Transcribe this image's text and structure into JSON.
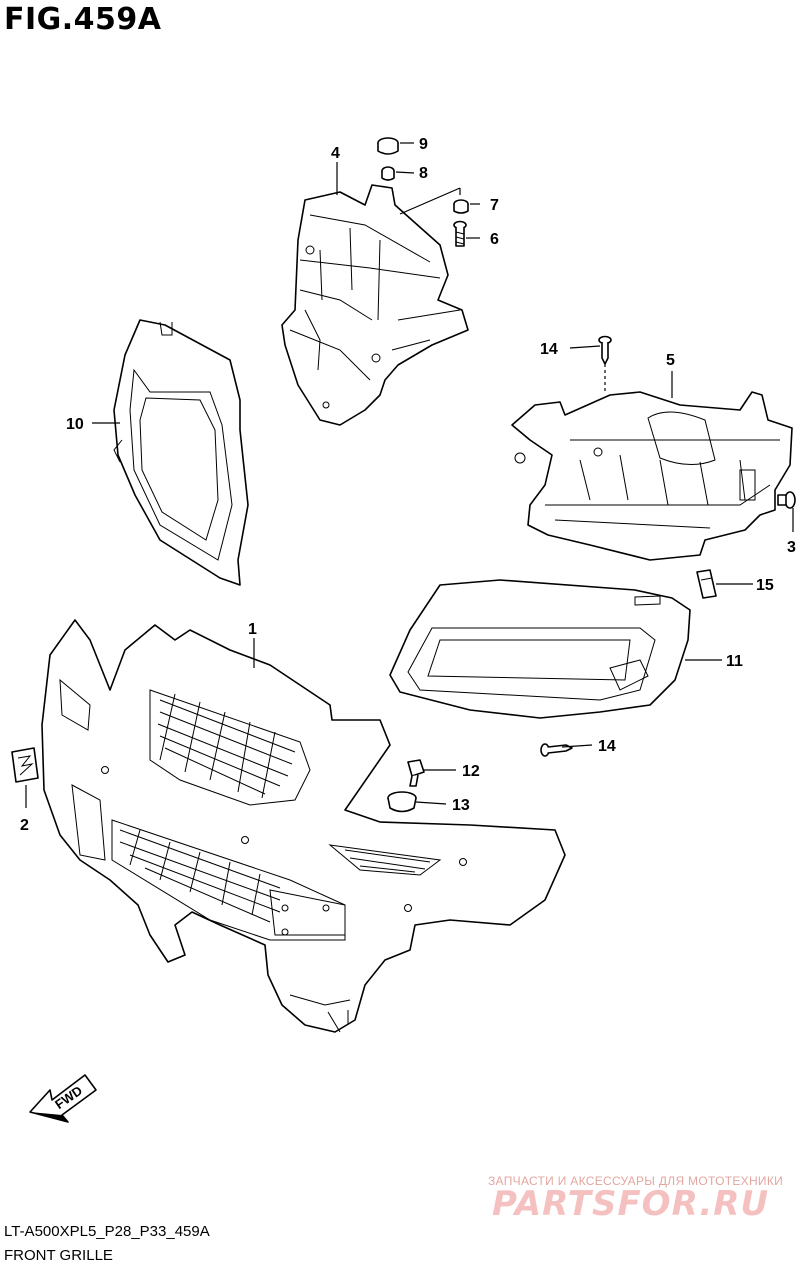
{
  "figure": {
    "title": "FIG.459A"
  },
  "callouts": {
    "c1": "1",
    "c2": "2",
    "c3": "3",
    "c4": "4",
    "c5": "5",
    "c6": "6",
    "c7": "7",
    "c8": "8",
    "c9": "9",
    "c10": "10",
    "c11": "11",
    "c12": "12",
    "c13": "13",
    "c14a": "14",
    "c14b": "14",
    "c15": "15"
  },
  "direction_marker": "FWD",
  "footer": {
    "code": "LT-A500XPL5_P28_P33_459A",
    "name": "FRONT GRILLE"
  },
  "watermark": {
    "tagline": "ЗАПЧАСТИ И АКСЕССУАРЫ ДЛЯ МОТОТЕХНИКИ",
    "brand": "PARTSFOR.RU"
  }
}
